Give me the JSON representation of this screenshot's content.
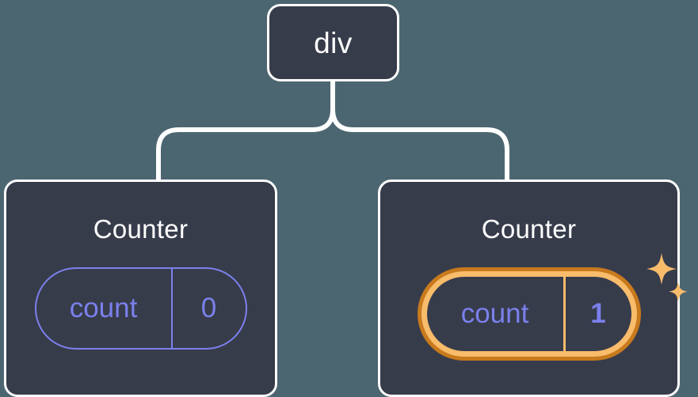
{
  "diagram": {
    "type": "component-tree",
    "background_color": "#4C6671",
    "node_fill_color": "#373C4B",
    "node_border_color": "#FFFFFF",
    "connector_color": "#FFFFFF",
    "state_accent_color": "#7B80EC",
    "highlight_outer_color": "#C87A1D",
    "highlight_inner_color": "#F8BC6B",
    "sparkle_color": "#F8BC6B"
  },
  "root": {
    "label": "div"
  },
  "children": [
    {
      "title": "Counter",
      "state": {
        "key": "count",
        "value": "0"
      },
      "highlighted": false,
      "sparkles": false
    },
    {
      "title": "Counter",
      "state": {
        "key": "count",
        "value": "1"
      },
      "highlighted": true,
      "sparkles": true
    }
  ]
}
